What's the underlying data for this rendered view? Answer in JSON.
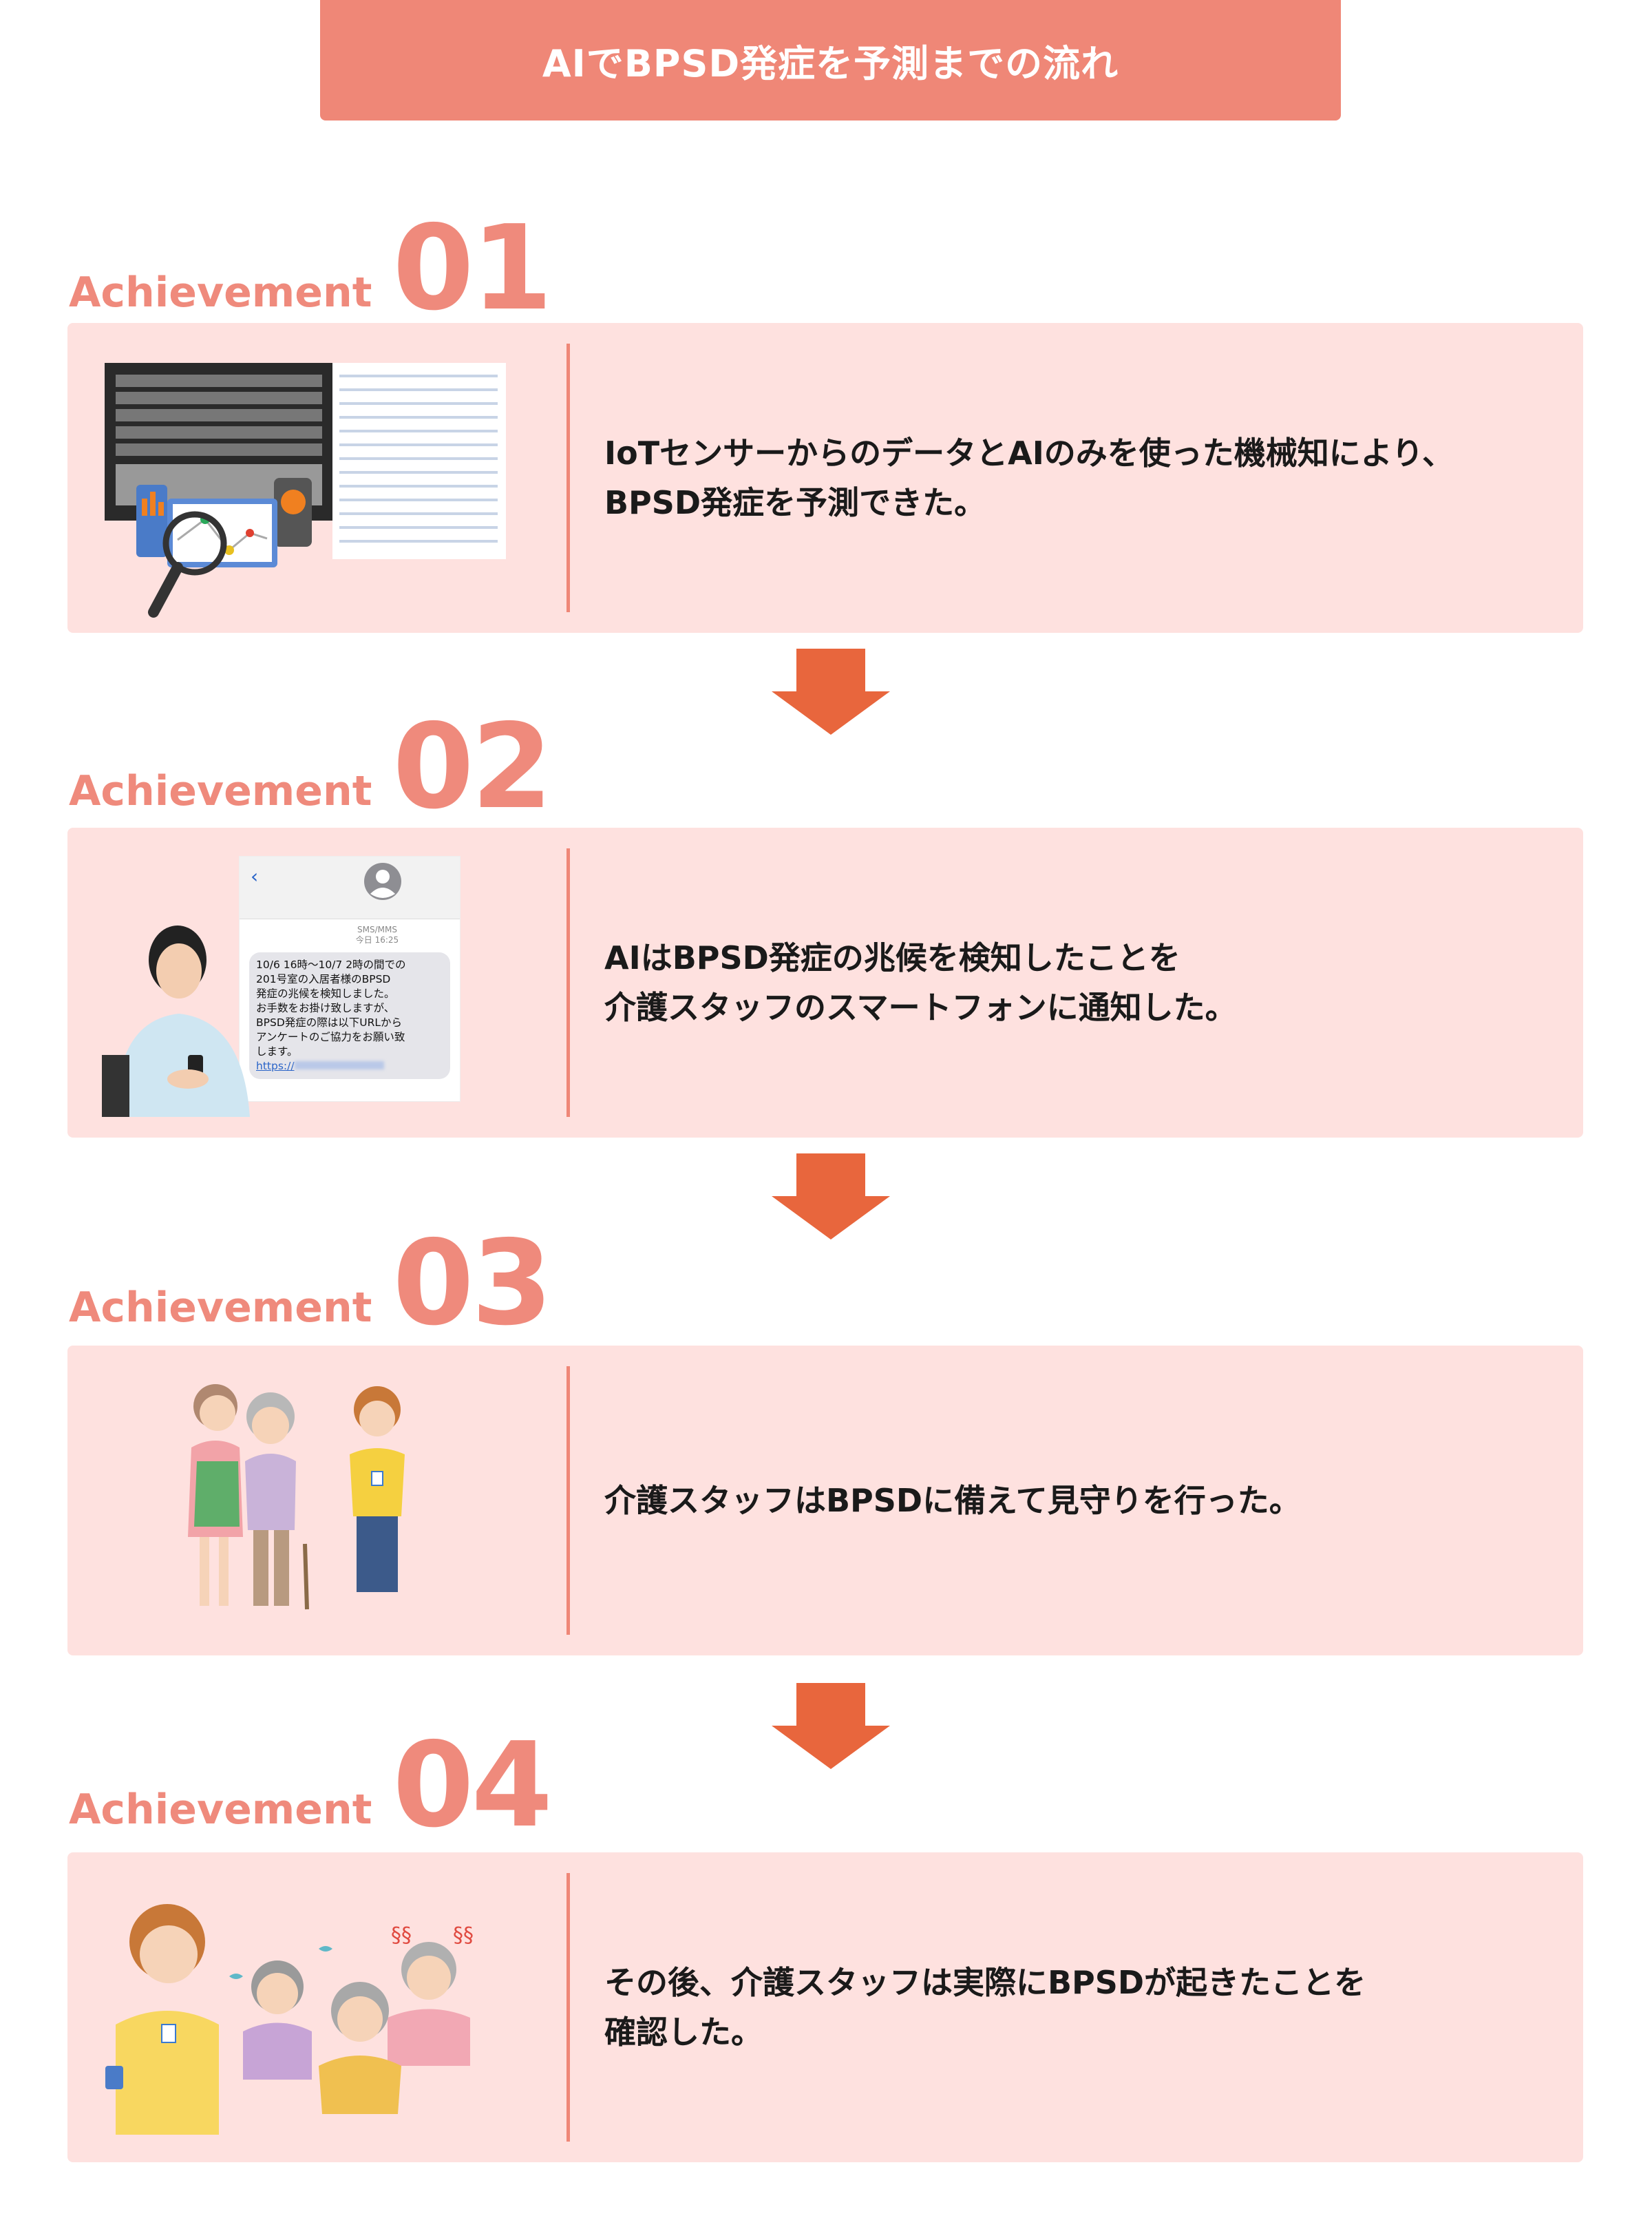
{
  "header": {
    "title": "AIでBPSD発症を予測までの流れ"
  },
  "colors": {
    "header": "#EF8777",
    "card": "#FEE1DF",
    "arrow": "#E8663D",
    "accent_text": "#EF8A7C"
  },
  "steps": [
    {
      "label": "Achievement",
      "number": "01",
      "lines": [
        "IoTセンサーからのデータとAIのみを使った機械知により、",
        "BPSD発症を予測できた。"
      ]
    },
    {
      "label": "Achievement",
      "number": "02",
      "lines": [
        "AIはBPSD発症の兆候を検知したことを",
        "介護スタッフのスマートフォンに通知した。"
      ]
    },
    {
      "label": "Achievement",
      "number": "03",
      "lines": [
        "介護スタッフはBPSDに備えて見守りを行った。"
      ]
    },
    {
      "label": "Achievement",
      "number": "04",
      "lines": [
        "その後、介護スタッフは実際にBPSDが起きたことを",
        "確認した。"
      ]
    }
  ],
  "sms": {
    "service": "SMS/MMS",
    "time": "今日 16:25",
    "message_lines": [
      "10/6 16時〜10/7 2時の間での",
      "201号室の入居者様のBPSD",
      "発症の兆候を検知しました。",
      "お手数をお掛け致しますが、",
      "BPSD発症の際は以下URLから",
      "アンケートのご協力をお願い致",
      "します。"
    ],
    "link": "https://"
  }
}
